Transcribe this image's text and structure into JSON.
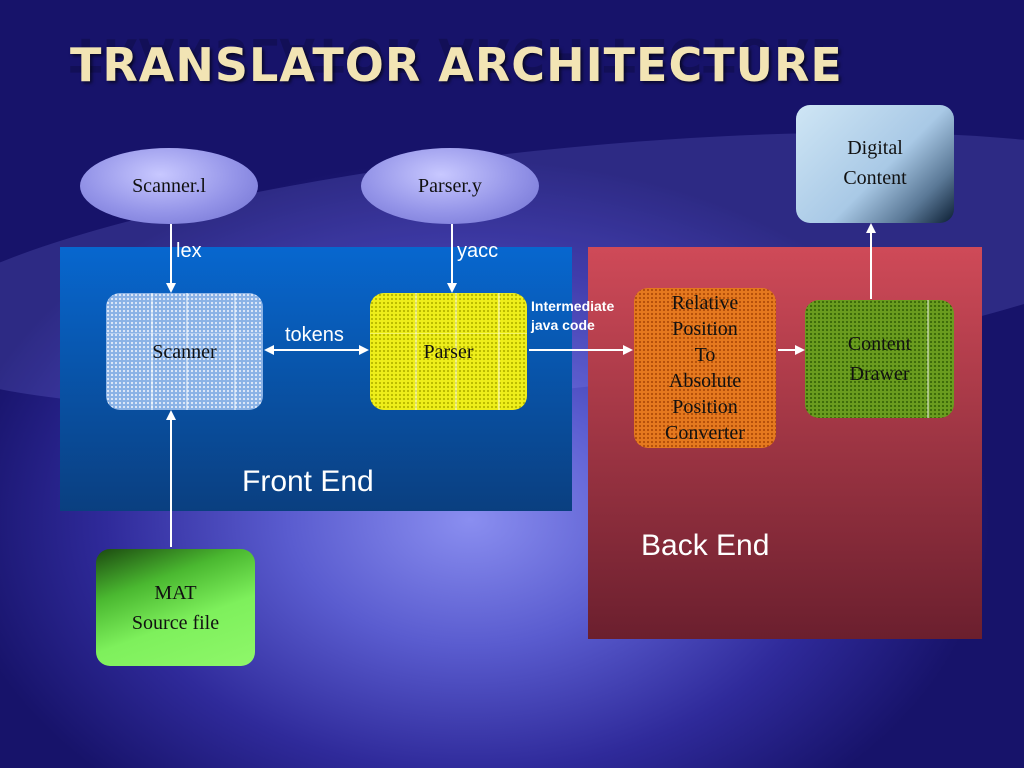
{
  "title": "TRANSLATOR ARCHITECTURE",
  "nodes": {
    "scanner_l": "Scanner.l",
    "parser_y": "Parser.y",
    "scanner": "Scanner",
    "parser": "Parser",
    "converter": [
      "Relative",
      "Position",
      "To",
      "Absolute",
      "Position",
      "Converter"
    ],
    "content_drawer": [
      "Content",
      "Drawer"
    ],
    "digital_content": [
      "Digital",
      "Content"
    ],
    "source_file": [
      "MAT",
      "Source file"
    ]
  },
  "edges": {
    "lex": "lex",
    "yacc": "yacc",
    "tokens": "tokens",
    "intermediate": [
      "Intermediate",
      "java code"
    ]
  },
  "regions": {
    "front_end": "Front End",
    "back_end": "Back End"
  },
  "colors": {
    "title": "#f2e4b4",
    "front_panel": "#0767cf",
    "back_panel": "#cf4a58",
    "scanner": "#8ab2e6",
    "parser": "#eeee1a",
    "converter": "#e5791f",
    "drawer": "#6a9c1f",
    "source": "#7ef05c",
    "digital": "#a9c9e6"
  }
}
